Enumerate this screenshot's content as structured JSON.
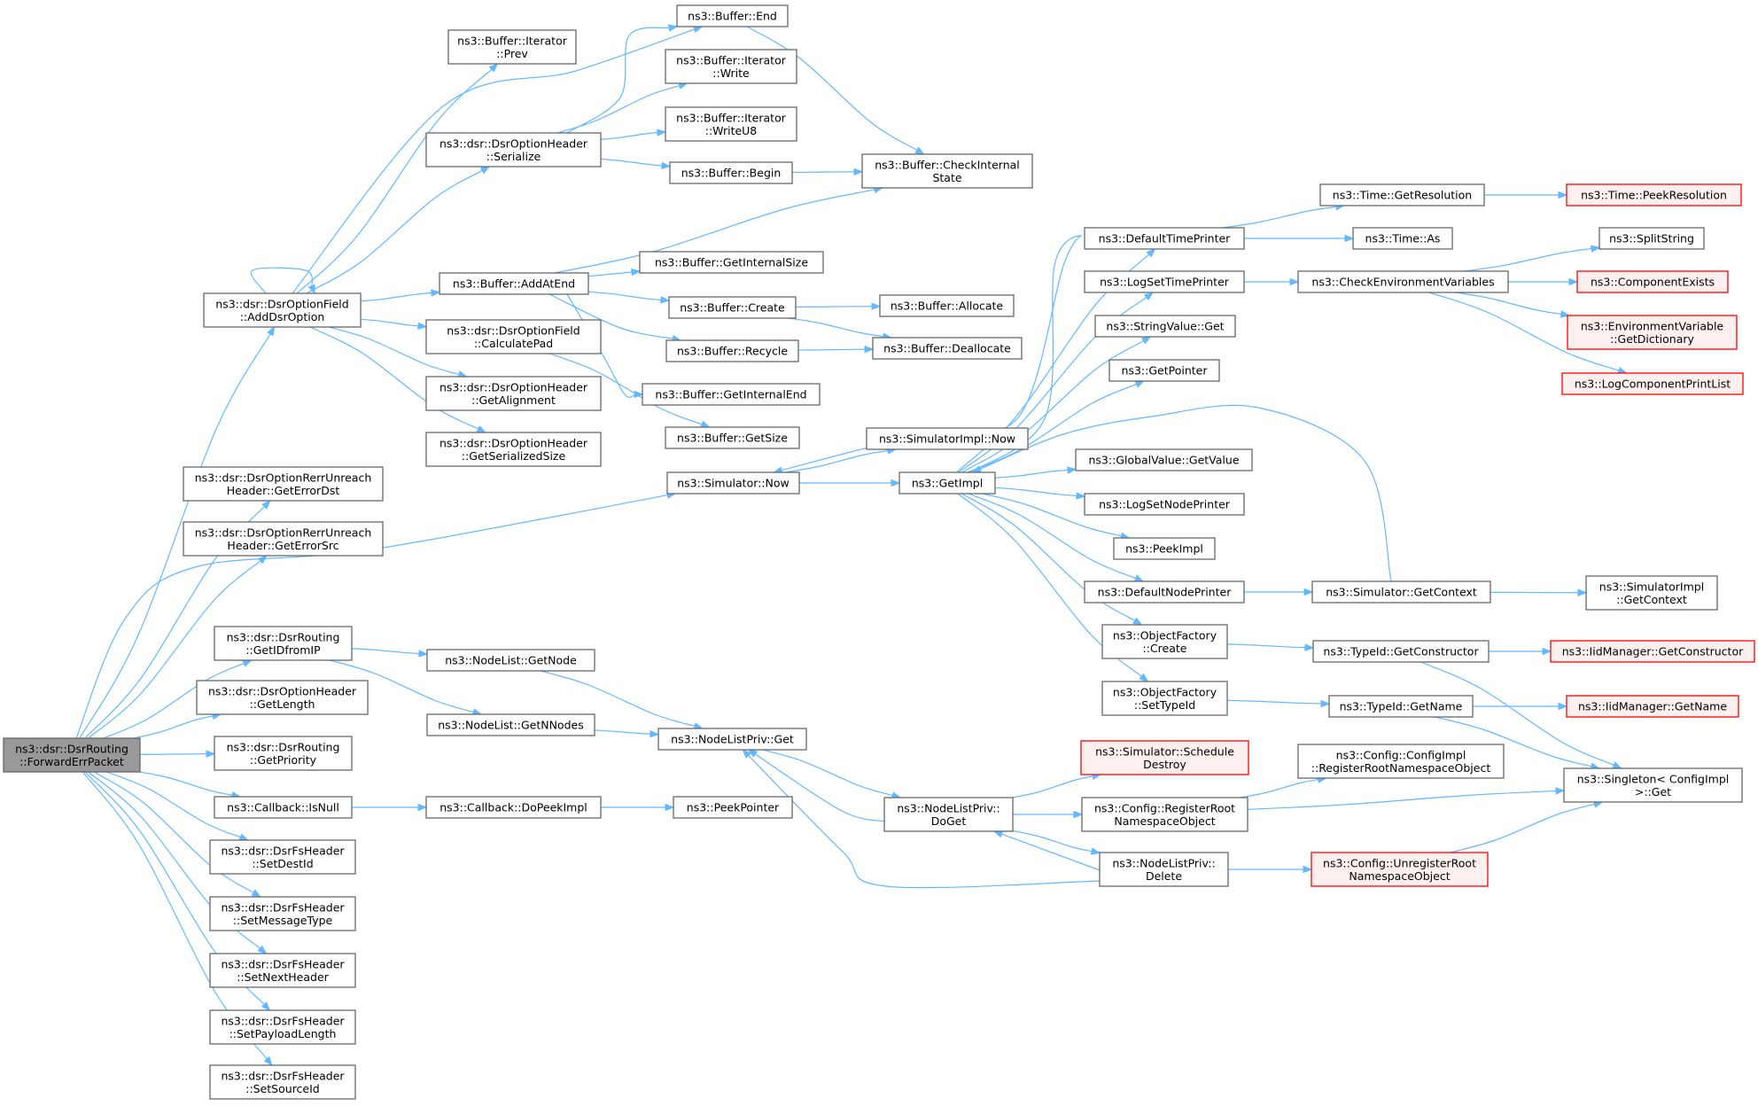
{
  "diagram": {
    "type": "call-graph",
    "colors": {
      "edge": "#63b8ff",
      "node_border": "#666666",
      "root_fill": "#999999",
      "truncated_border": "#ff0000",
      "truncated_fill": "#fff0f0"
    },
    "nodes": [
      {
        "id": "fep",
        "lines": [
          "ns3::dsr::DsrRouting",
          "::ForwardErrPacket"
        ],
        "style": "root"
      },
      {
        "id": "addopt",
        "lines": [
          "ns3::dsr::DsrOptionField",
          "::AddDsrOption"
        ]
      },
      {
        "id": "errdst",
        "lines": [
          "ns3::dsr::DsrOptionRerrUnreach",
          "Header::GetErrorDst"
        ]
      },
      {
        "id": "errsrc",
        "lines": [
          "ns3::dsr::DsrOptionRerrUnreach",
          "Header::GetErrorSrc"
        ]
      },
      {
        "id": "getid",
        "lines": [
          "ns3::dsr::DsrRouting",
          "::GetIDfromIP"
        ]
      },
      {
        "id": "getlen",
        "lines": [
          "ns3::dsr::DsrOptionHeader",
          "::GetLength"
        ]
      },
      {
        "id": "getprio",
        "lines": [
          "ns3::dsr::DsrRouting",
          "::GetPriority"
        ]
      },
      {
        "id": "isnull",
        "lines": [
          "ns3::Callback::IsNull"
        ]
      },
      {
        "id": "setdest",
        "lines": [
          "ns3::dsr::DsrFsHeader",
          "::SetDestId"
        ]
      },
      {
        "id": "setmsg",
        "lines": [
          "ns3::dsr::DsrFsHeader",
          "::SetMessageType"
        ]
      },
      {
        "id": "setnext",
        "lines": [
          "ns3::dsr::DsrFsHeader",
          "::SetNextHeader"
        ]
      },
      {
        "id": "setpay",
        "lines": [
          "ns3::dsr::DsrFsHeader",
          "::SetPayloadLength"
        ]
      },
      {
        "id": "setsrc",
        "lines": [
          "ns3::dsr::DsrFsHeader",
          "::SetSourceId"
        ]
      },
      {
        "id": "iterprev",
        "lines": [
          "ns3::Buffer::Iterator",
          "::Prev"
        ]
      },
      {
        "id": "bufend",
        "lines": [
          "ns3::Buffer::End"
        ]
      },
      {
        "id": "serialize",
        "lines": [
          "ns3::dsr::DsrOptionHeader",
          "::Serialize"
        ]
      },
      {
        "id": "iterwrite",
        "lines": [
          "ns3::Buffer::Iterator",
          "::Write"
        ]
      },
      {
        "id": "iterwriteu8",
        "lines": [
          "ns3::Buffer::Iterator",
          "::WriteU8"
        ]
      },
      {
        "id": "bufbegin",
        "lines": [
          "ns3::Buffer::Begin"
        ]
      },
      {
        "id": "checkint",
        "lines": [
          "ns3::Buffer::CheckInternal",
          "State"
        ]
      },
      {
        "id": "addatend",
        "lines": [
          "ns3::Buffer::AddAtEnd"
        ]
      },
      {
        "id": "getintsize",
        "lines": [
          "ns3::Buffer::GetInternalSize"
        ]
      },
      {
        "id": "bufcreate",
        "lines": [
          "ns3::Buffer::Create"
        ]
      },
      {
        "id": "bufalloc",
        "lines": [
          "ns3::Buffer::Allocate"
        ]
      },
      {
        "id": "calcpad",
        "lines": [
          "ns3::dsr::DsrOptionField",
          "::CalculatePad"
        ]
      },
      {
        "id": "bufrecycle",
        "lines": [
          "ns3::Buffer::Recycle"
        ]
      },
      {
        "id": "bufdealloc",
        "lines": [
          "ns3::Buffer::Deallocate"
        ]
      },
      {
        "id": "getalign",
        "lines": [
          "ns3::dsr::DsrOptionHeader",
          "::GetAlignment"
        ]
      },
      {
        "id": "getintend",
        "lines": [
          "ns3::Buffer::GetInternalEnd"
        ]
      },
      {
        "id": "getsersize",
        "lines": [
          "ns3::dsr::DsrOptionHeader",
          "::GetSerializedSize"
        ]
      },
      {
        "id": "bufgetsize",
        "lines": [
          "ns3::Buffer::GetSize"
        ]
      },
      {
        "id": "simnow",
        "lines": [
          "ns3::Simulator::Now"
        ]
      },
      {
        "id": "simimplnow",
        "lines": [
          "ns3::SimulatorImpl::Now"
        ]
      },
      {
        "id": "getimpl",
        "lines": [
          "ns3::GetImpl"
        ]
      },
      {
        "id": "deftimeprinter",
        "lines": [
          "ns3::DefaultTimePrinter"
        ]
      },
      {
        "id": "logsettime",
        "lines": [
          "ns3::LogSetTimePrinter"
        ]
      },
      {
        "id": "strvalget",
        "lines": [
          "ns3::StringValue::Get"
        ]
      },
      {
        "id": "getpointer",
        "lines": [
          "ns3::GetPointer"
        ]
      },
      {
        "id": "globalval",
        "lines": [
          "ns3::GlobalValue::GetValue"
        ]
      },
      {
        "id": "logsetnode",
        "lines": [
          "ns3::LogSetNodePrinter"
        ]
      },
      {
        "id": "peekimpl",
        "lines": [
          "ns3::PeekImpl"
        ]
      },
      {
        "id": "defnodeprinter",
        "lines": [
          "ns3::DefaultNodePrinter"
        ]
      },
      {
        "id": "objfcreate",
        "lines": [
          "ns3::ObjectFactory",
          "::Create"
        ]
      },
      {
        "id": "objfsettype",
        "lines": [
          "ns3::ObjectFactory",
          "::SetTypeId"
        ]
      },
      {
        "id": "timegetres",
        "lines": [
          "ns3::Time::GetResolution"
        ]
      },
      {
        "id": "timepeekres",
        "lines": [
          "ns3::Time::PeekResolution"
        ],
        "style": "truncated"
      },
      {
        "id": "timeas",
        "lines": [
          "ns3::Time::As"
        ]
      },
      {
        "id": "checkenv",
        "lines": [
          "ns3::CheckEnvironmentVariables"
        ]
      },
      {
        "id": "splitstr",
        "lines": [
          "ns3::SplitString"
        ]
      },
      {
        "id": "compexists",
        "lines": [
          "ns3::ComponentExists"
        ],
        "style": "truncated"
      },
      {
        "id": "envdict",
        "lines": [
          "ns3::EnvironmentVariable",
          "::GetDictionary"
        ],
        "style": "truncated"
      },
      {
        "id": "logcomplist",
        "lines": [
          "ns3::LogComponentPrintList"
        ],
        "style": "truncated"
      },
      {
        "id": "simgetctx",
        "lines": [
          "ns3::Simulator::GetContext"
        ]
      },
      {
        "id": "simimplctx",
        "lines": [
          "ns3::SimulatorImpl",
          "::GetContext"
        ]
      },
      {
        "id": "typeidgetctor",
        "lines": [
          "ns3::TypeId::GetConstructor"
        ]
      },
      {
        "id": "iidgetctor",
        "lines": [
          "ns3::IidManager::GetConstructor"
        ],
        "style": "truncated"
      },
      {
        "id": "typeidgetname",
        "lines": [
          "ns3::TypeId::GetName"
        ]
      },
      {
        "id": "iidgetname",
        "lines": [
          "ns3::IidManager::GetName"
        ],
        "style": "truncated"
      },
      {
        "id": "nlgetnode",
        "lines": [
          "ns3::NodeList::GetNode"
        ]
      },
      {
        "id": "nlgetnnodes",
        "lines": [
          "ns3::NodeList::GetNNodes"
        ]
      },
      {
        "id": "nlprivget",
        "lines": [
          "ns3::NodeListPriv::Get"
        ]
      },
      {
        "id": "cbdopeek",
        "lines": [
          "ns3::Callback::DoPeekImpl"
        ]
      },
      {
        "id": "peekptr",
        "lines": [
          "ns3::PeekPointer"
        ]
      },
      {
        "id": "nlprivdoget",
        "lines": [
          "ns3::NodeListPriv::",
          "DoGet"
        ]
      },
      {
        "id": "schedestroy",
        "lines": [
          "ns3::Simulator::Schedule",
          "Destroy"
        ],
        "style": "truncated"
      },
      {
        "id": "cfgregroot",
        "lines": [
          "ns3::Config::RegisterRoot",
          "NamespaceObject"
        ]
      },
      {
        "id": "nlprivdelete",
        "lines": [
          "ns3::NodeListPriv::",
          "Delete"
        ]
      },
      {
        "id": "cfgimplreg",
        "lines": [
          "ns3::Config::ConfigImpl",
          "::RegisterRootNamespaceObject"
        ]
      },
      {
        "id": "cfgunreg",
        "lines": [
          "ns3::Config::UnregisterRoot",
          "NamespaceObject"
        ],
        "style": "truncated"
      },
      {
        "id": "singleton",
        "lines": [
          "ns3::Singleton< ConfigImpl",
          ">::Get"
        ]
      }
    ],
    "edges": [
      [
        "fep",
        "addopt"
      ],
      [
        "fep",
        "errdst"
      ],
      [
        "fep",
        "errsrc"
      ],
      [
        "fep",
        "simnow"
      ],
      [
        "fep",
        "getid"
      ],
      [
        "fep",
        "getlen"
      ],
      [
        "fep",
        "getprio"
      ],
      [
        "fep",
        "isnull"
      ],
      [
        "fep",
        "setdest"
      ],
      [
        "fep",
        "setmsg"
      ],
      [
        "fep",
        "setnext"
      ],
      [
        "fep",
        "setpay"
      ],
      [
        "fep",
        "setsrc"
      ],
      [
        "addopt",
        "addopt"
      ],
      [
        "addopt",
        "iterprev"
      ],
      [
        "addopt",
        "bufend"
      ],
      [
        "addopt",
        "serialize"
      ],
      [
        "addopt",
        "addatend"
      ],
      [
        "addopt",
        "calcpad"
      ],
      [
        "addopt",
        "getalign"
      ],
      [
        "addopt",
        "getsersize"
      ],
      [
        "serialize",
        "bufend"
      ],
      [
        "serialize",
        "iterwrite"
      ],
      [
        "serialize",
        "iterwriteu8"
      ],
      [
        "serialize",
        "bufbegin"
      ],
      [
        "bufend",
        "checkint"
      ],
      [
        "bufbegin",
        "checkint"
      ],
      [
        "addatend",
        "checkint"
      ],
      [
        "addatend",
        "getintsize"
      ],
      [
        "addatend",
        "bufcreate"
      ],
      [
        "addatend",
        "bufrecycle"
      ],
      [
        "addatend",
        "getintend"
      ],
      [
        "bufcreate",
        "bufalloc"
      ],
      [
        "bufcreate",
        "bufdealloc"
      ],
      [
        "bufrecycle",
        "bufdealloc"
      ],
      [
        "calcpad",
        "bufgetsize"
      ],
      [
        "simnow",
        "simimplnow"
      ],
      [
        "simnow",
        "getimpl"
      ],
      [
        "getimpl",
        "deftimeprinter"
      ],
      [
        "getimpl",
        "logsettime"
      ],
      [
        "getimpl",
        "strvalget"
      ],
      [
        "getimpl",
        "getpointer"
      ],
      [
        "getimpl",
        "globalval"
      ],
      [
        "getimpl",
        "logsetnode"
      ],
      [
        "getimpl",
        "peekimpl"
      ],
      [
        "getimpl",
        "defnodeprinter"
      ],
      [
        "getimpl",
        "objfcreate"
      ],
      [
        "getimpl",
        "objfsettype"
      ],
      [
        "getimpl",
        "simnow"
      ],
      [
        "deftimeprinter",
        "timegetres"
      ],
      [
        "deftimeprinter",
        "timeas"
      ],
      [
        "timegetres",
        "timepeekres"
      ],
      [
        "logsettime",
        "checkenv"
      ],
      [
        "checkenv",
        "splitstr"
      ],
      [
        "checkenv",
        "compexists"
      ],
      [
        "checkenv",
        "envdict"
      ],
      [
        "checkenv",
        "logcomplist"
      ],
      [
        "defnodeprinter",
        "simgetctx"
      ],
      [
        "simgetctx",
        "simimplctx"
      ],
      [
        "simgetctx",
        "getimpl"
      ],
      [
        "objfcreate",
        "typeidgetctor"
      ],
      [
        "typeidgetctor",
        "iidgetctor"
      ],
      [
        "typeidgetctor",
        "singleton"
      ],
      [
        "objfsettype",
        "typeidgetname"
      ],
      [
        "typeidgetname",
        "iidgetname"
      ],
      [
        "typeidgetname",
        "singleton"
      ],
      [
        "getid",
        "nlgetnode"
      ],
      [
        "getid",
        "nlgetnnodes"
      ],
      [
        "nlgetnode",
        "nlprivget"
      ],
      [
        "nlgetnnodes",
        "nlprivget"
      ],
      [
        "isnull",
        "cbdopeek"
      ],
      [
        "cbdopeek",
        "peekptr"
      ],
      [
        "nlprivget",
        "nlprivdoget"
      ],
      [
        "nlprivdoget",
        "nlprivget"
      ],
      [
        "nlprivdoget",
        "schedestroy"
      ],
      [
        "nlprivdoget",
        "cfgregroot"
      ],
      [
        "nlprivdoget",
        "nlprivdelete"
      ],
      [
        "nlprivdelete",
        "nlprivdoget"
      ],
      [
        "nlprivdelete",
        "nlprivget"
      ],
      [
        "nlprivdelete",
        "cfgunreg"
      ],
      [
        "cfgregroot",
        "cfgimplreg"
      ],
      [
        "cfgregroot",
        "singleton"
      ],
      [
        "cfgunreg",
        "singleton"
      ]
    ]
  }
}
